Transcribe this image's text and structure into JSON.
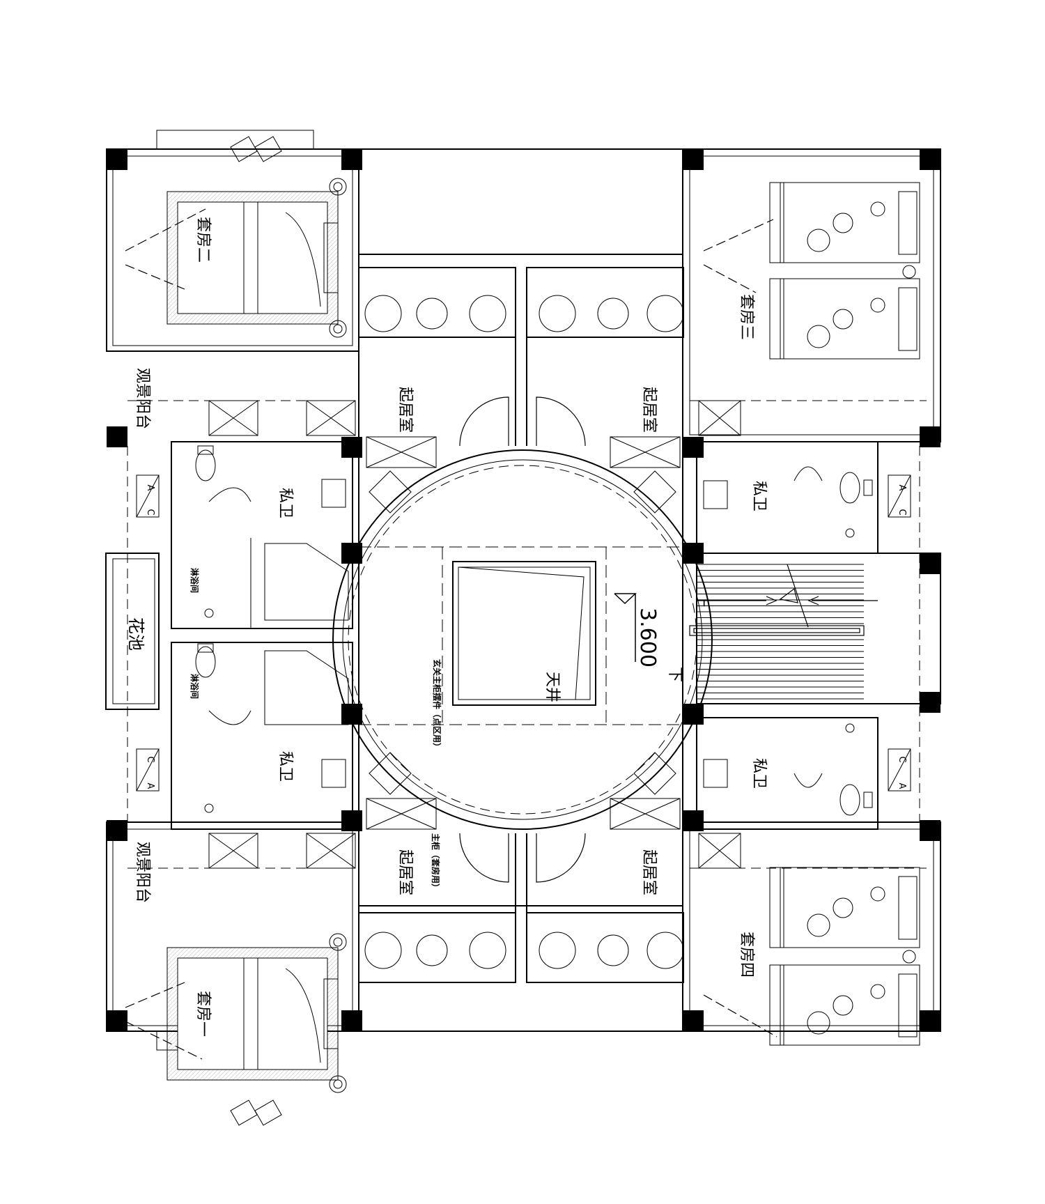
{
  "labels": {
    "suite_2": "套房二",
    "suite_3": "套房三",
    "suite_1": "套房一",
    "suite_4": "套房四",
    "living_nw": "起居室",
    "living_ne": "起居室",
    "living_sw": "起居室",
    "living_se": "起居室",
    "balcony_n": "观景阳台",
    "balcony_s": "观景阳台",
    "bath_nw": "私卫",
    "bath_ne": "私卫",
    "bath_sw": "私卫",
    "bath_se": "私卫",
    "shower_n": "淋浴间",
    "shower_s": "淋浴间",
    "planter": "花池",
    "atrium": "天井",
    "level": "3.600",
    "stair_up": "上",
    "stair_down": "下",
    "note_entry": "玄关主柜摆件（点区用）",
    "note_cabinet": "主柜（套房用）",
    "ac_a": "A",
    "ac_c": "C"
  }
}
